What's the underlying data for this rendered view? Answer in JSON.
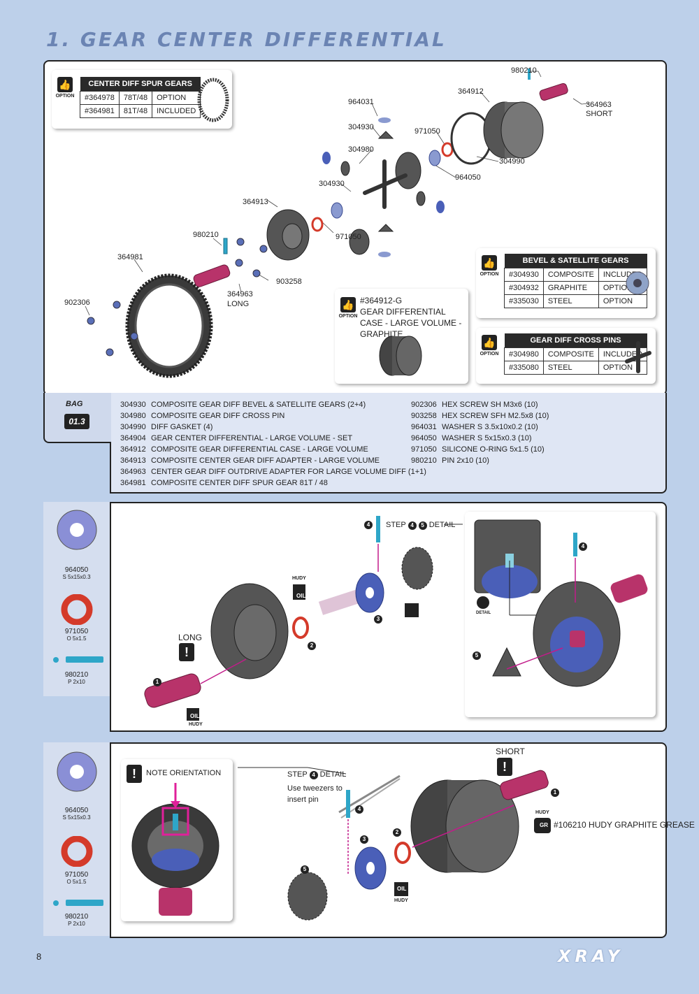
{
  "title": "1. GEAR CENTER DIFFERENTIAL",
  "page_number": "8",
  "brand": "XRAY",
  "option_label": "OPTION",
  "spur_gears": {
    "header": "CENTER DIFF SPUR GEARS",
    "rows": [
      [
        "#364978",
        "78T/48",
        "OPTION"
      ],
      [
        "#364981",
        "81T/48",
        "INCLUDED"
      ]
    ]
  },
  "bevel_gears": {
    "header": "BEVEL & SATELLITE GEARS",
    "rows": [
      [
        "#304930",
        "COMPOSITE",
        "INCLUDED"
      ],
      [
        "#304932",
        "GRAPHITE",
        "OPTION"
      ],
      [
        "#335030",
        "STEEL",
        "OPTION"
      ]
    ]
  },
  "cross_pins": {
    "header": "GEAR DIFF CROSS PINS",
    "rows": [
      [
        "#304980",
        "COMPOSITE",
        "INCLUDED"
      ],
      [
        "#335080",
        "STEEL",
        "OPTION"
      ]
    ]
  },
  "graphite_case": {
    "code": "#364912-G",
    "desc": "GEAR DIFFERENTIAL CASE - LARGE VOLUME - GRAPHITE"
  },
  "exploded_labels": {
    "l980210a": "980210",
    "l364912": "364912",
    "l364963s": "364963",
    "l364963s_sub": "SHORT",
    "l964031": "964031",
    "l304930a": "304930",
    "l971050a": "971050",
    "l304980": "304980",
    "l304990": "304990",
    "l964050": "964050",
    "l304930b": "304930",
    "l364913": "364913",
    "l980210b": "980210",
    "l971050b": "971050",
    "l364981": "364981",
    "l903258": "903258",
    "l364963l": "364963",
    "l364963l_sub": "LONG",
    "l902306": "902306"
  },
  "bag": {
    "label": "BAG",
    "code": "01.3"
  },
  "parts_left": [
    [
      "304930",
      "COMPOSITE GEAR DIFF BEVEL & SATELLITE GEARS (2+4)"
    ],
    [
      "304980",
      "COMPOSITE GEAR DIFF CROSS PIN"
    ],
    [
      "304990",
      "DIFF GASKET (4)"
    ],
    [
      "364904",
      "GEAR CENTER DIFFERENTIAL - LARGE VOLUME - SET"
    ],
    [
      "364912",
      "COMPOSITE GEAR DIFFERENTIAL CASE - LARGE VOLUME"
    ],
    [
      "364913",
      "COMPOSITE CENTER GEAR DIFF ADAPTER - LARGE VOLUME"
    ],
    [
      "364963",
      "CENTER GEAR DIFF OUTDRIVE ADAPTER FOR LARGE VOLUME DIFF (1+1)"
    ],
    [
      "364981",
      "COMPOSITE CENTER DIFF SPUR GEAR 81T / 48"
    ]
  ],
  "parts_right": [
    [
      "902306",
      "HEX SCREW SH M3x6  (10)"
    ],
    [
      "903258",
      "HEX SCREW SFH M2.5x8  (10)"
    ],
    [
      "964031",
      "WASHER S 3.5x10x0.2  (10)"
    ],
    [
      "964050",
      "WASHER S 5x15x0.3  (10)"
    ],
    [
      "971050",
      "SILICONE O-RING 5x1.5  (10)"
    ],
    [
      "980210",
      "PIN 2x10  (10)"
    ]
  ],
  "side_parts": [
    {
      "code": "964050",
      "sub": "S 5x15x0.3"
    },
    {
      "code": "971050",
      "sub": "O 5x1.5"
    },
    {
      "code": "980210",
      "sub": "P 2x10"
    }
  ],
  "step2": {
    "detail_label": "STEP",
    "detail_suffix": "DETAIL",
    "long": "LONG",
    "hudy": "HUDY",
    "oil": "OIL",
    "detail_icon": "DETAIL",
    "nums": [
      "1",
      "2",
      "3",
      "4",
      "5"
    ]
  },
  "step3": {
    "note": "NOTE ORIENTATION",
    "detail_title": "STEP",
    "detail_num": "4",
    "detail_word": "DETAIL",
    "tweezers": "Use tweezers to insert pin",
    "short": "SHORT",
    "grease": "#106210 HUDY GRAPHITE GREASE",
    "hudy": "HUDY",
    "gr": "GR",
    "oil": "OIL",
    "nums": [
      "1",
      "2",
      "3",
      "4",
      "5"
    ]
  },
  "colors": {
    "background": "#bdd0ea",
    "title": "#6b84b3",
    "magenta": "#b8336a",
    "washer_blue": "#4a5fb8",
    "oring_red": "#d43a2a",
    "pin_cyan": "#2ea6c8"
  }
}
